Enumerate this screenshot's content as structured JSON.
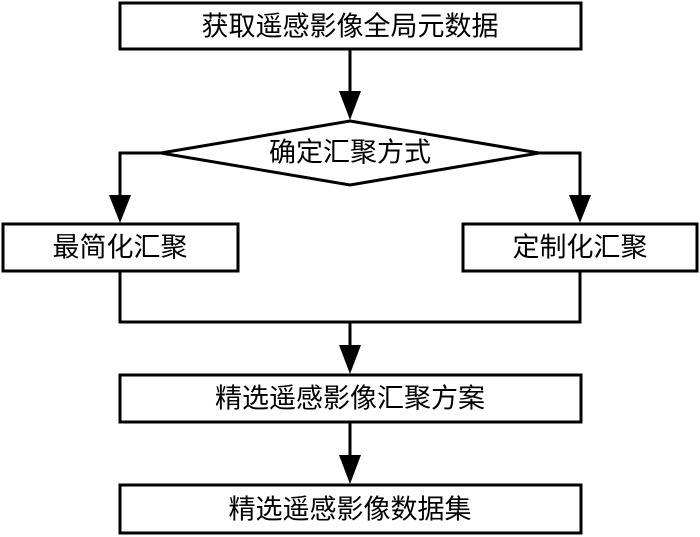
{
  "flowchart": {
    "step1": "获取遥感影像全局元数据",
    "decision": "确定汇聚方式",
    "option_left": "最简化汇聚",
    "option_right": "定制化汇聚",
    "step3": "精选遥感影像汇聚方案",
    "step4": "精选遥感影像数据集"
  },
  "colors": {
    "stroke": "#000000",
    "fill": "#ffffff"
  }
}
